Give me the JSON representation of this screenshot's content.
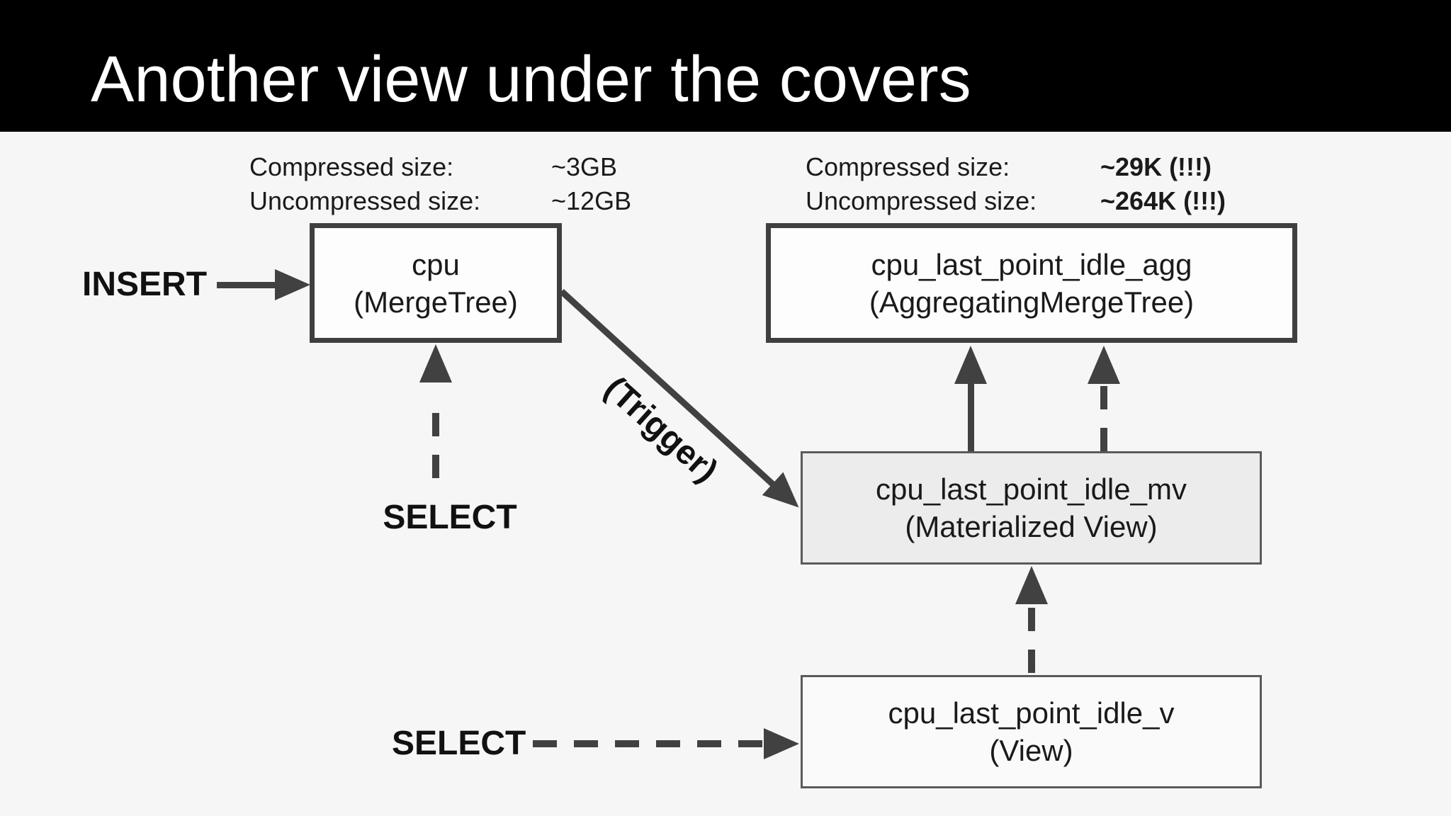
{
  "header": {
    "title": "Another view under the covers"
  },
  "stats_left": {
    "rows": [
      {
        "label": "Compressed size:",
        "value": "~3GB"
      },
      {
        "label": "Uncompressed size:",
        "value": "~12GB"
      }
    ]
  },
  "stats_right": {
    "rows": [
      {
        "label": "Compressed size:",
        "value": "~29K (!!!)"
      },
      {
        "label": "Uncompressed size:",
        "value": "~264K (!!!)"
      }
    ]
  },
  "nodes": {
    "cpu": {
      "name": "cpu",
      "type": "(MergeTree)"
    },
    "agg": {
      "name": "cpu_last_point_idle_agg",
      "type": "(AggregatingMergeTree)"
    },
    "mv": {
      "name": "cpu_last_point_idle_mv",
      "type": "(Materialized View)"
    },
    "view": {
      "name": "cpu_last_point_idle_v",
      "type": "(View)"
    }
  },
  "labels": {
    "insert": "INSERT",
    "select_top": "SELECT",
    "select_bottom": "SELECT",
    "trigger": "(Trigger)"
  },
  "colors": {
    "header_bg": "#000000",
    "title_text": "#ffffff",
    "slide_bg": "#f6f6f6",
    "box_border_thick": "#3f3f3f",
    "box_border_thin": "#5a5a5a",
    "mv_fill": "#ececec",
    "arrow": "#414141",
    "text": "#1a1a1a"
  }
}
